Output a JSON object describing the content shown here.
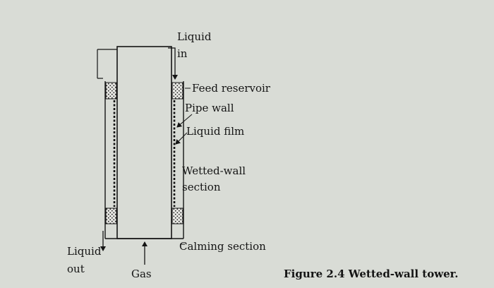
{
  "figure": {
    "caption_number": "Figure 2.4",
    "caption_text": "Wetted-wall tower."
  },
  "labels": {
    "liquid_in": [
      "Liquid",
      "in"
    ],
    "feed_reservoir": "Feed reservoir",
    "pipe_wall": "Pipe wall",
    "liquid_film": "Liquid film",
    "wetted_wall_section": [
      "Wetted-wall",
      "section"
    ],
    "calming_section": "Calming section",
    "liquid_out": [
      "Liquid",
      "out"
    ],
    "gas": "Gas"
  },
  "colors": {
    "page_background": "#d9dcd6",
    "ink": "#141414",
    "reservoir_fill": "#e8e8e4"
  }
}
